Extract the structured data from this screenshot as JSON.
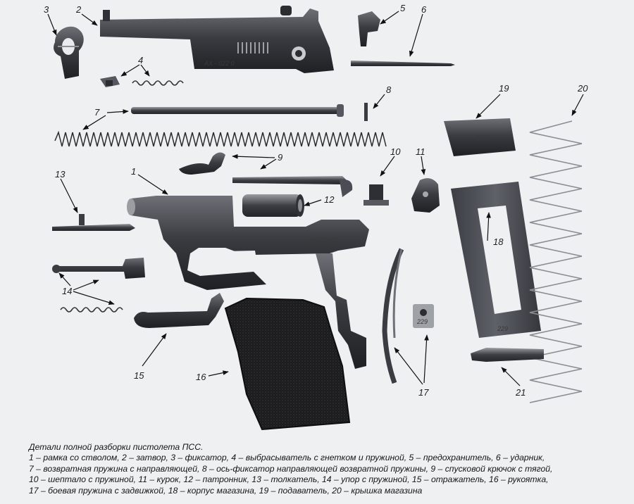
{
  "caption": {
    "title": "Детали полной разборки пистолета ПСС.",
    "lines": [
      "1 – рамка со стволом, 2 – затвор, 3 – фиксатор, 4 – выбрасыватель с гнетком и пружиной, 5 – предохранитель, 6 – ударник,",
      "7 – возвратная пружина с направляющей, 8 – ось-фиксатор направляющей возвратной пружины, 9 – спусковой крючок с тягой,",
      "10 – шептало с пружиной, 11 – курок, 12 – патронник, 13 – толкатель, 14 – упор с пружиной, 15 – отражатель, 16 – рукоятка,",
      "17 – боевая пружина с задвижкой, 18 – корпус магазина, 19 – подаватель, 20 – крышка магазина"
    ]
  },
  "labels": {
    "n1": "1",
    "n2": "2",
    "n3": "3",
    "n4": "4",
    "n5": "5",
    "n6": "6",
    "n7": "7",
    "n8": "8",
    "n9": "9",
    "n10": "10",
    "n11": "11",
    "n12": "12",
    "n13": "13",
    "n14": "14",
    "n15": "15",
    "n16": "16",
    "n17": "17",
    "n18": "18",
    "n19": "19",
    "n20": "20",
    "n21": "21"
  },
  "stamps": {
    "slide_serial": "АХ - 022 0",
    "frame_serial": "АХ - 022 0",
    "mag_cover_mark": "229",
    "mag_body_mark": "229",
    "small_mark": "229"
  },
  "colors": {
    "background": "#eef0f2",
    "metal_dark": "#2b2d31",
    "metal_mid": "#55585e",
    "metal_light": "#8a8d92",
    "grip": "#1c1c1e"
  }
}
